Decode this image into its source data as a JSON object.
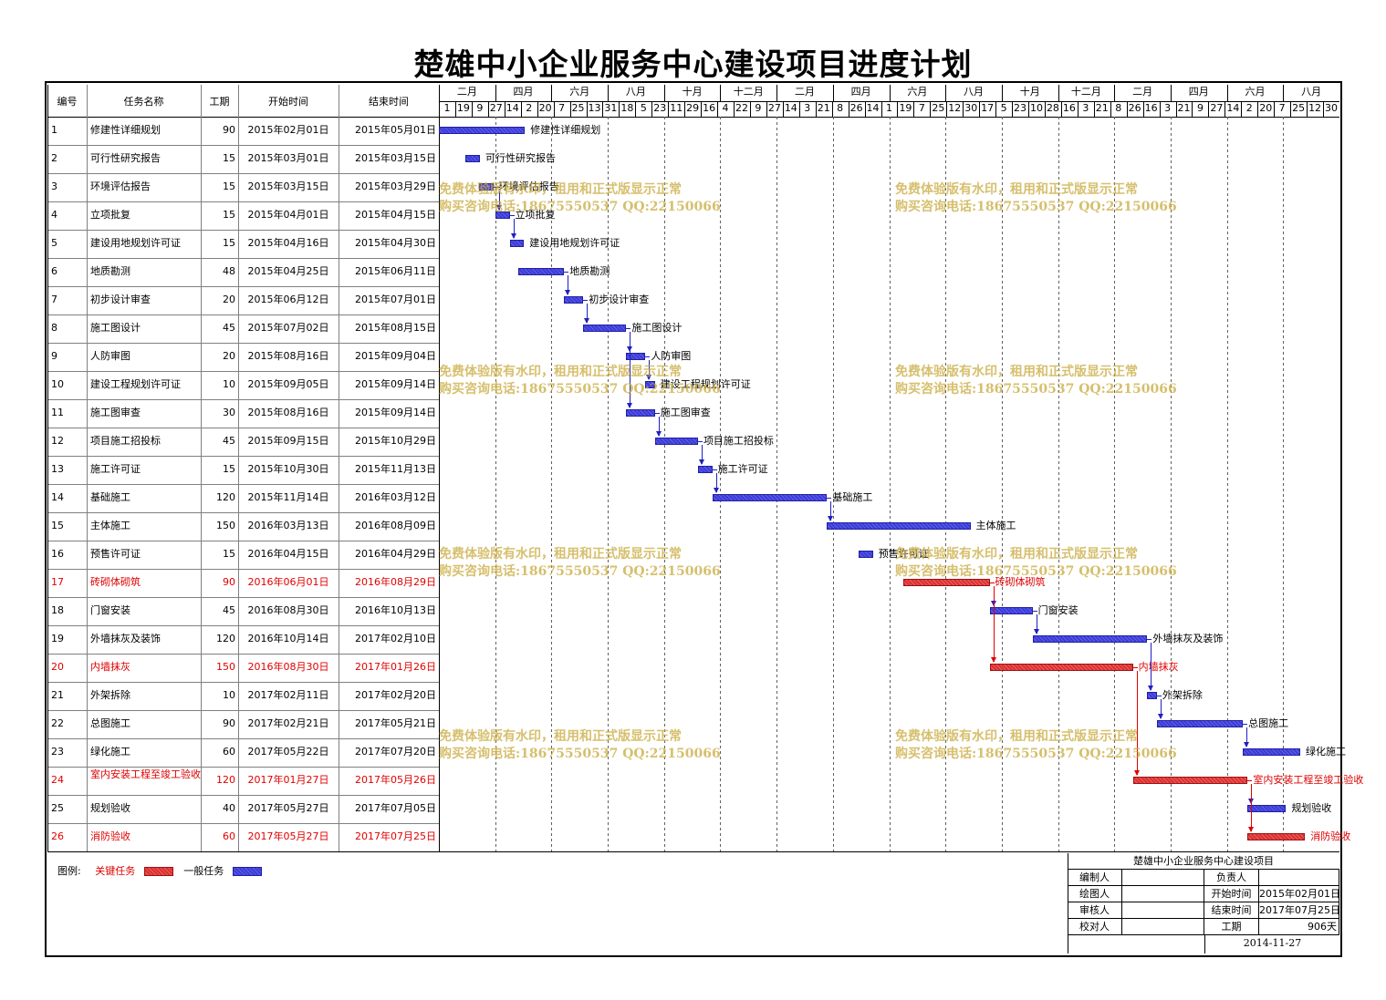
{
  "title": "楚雄中小企业服务中心建设项目进度计划",
  "headers": {
    "id": "编号",
    "name": "任务名称",
    "duration": "工期",
    "start": "开始时间",
    "end": "结束时间"
  },
  "months": [
    "二月",
    "四月",
    "六月",
    "八月",
    "十月",
    "十二月",
    "二月",
    "四月",
    "六月",
    "八月",
    "十月",
    "十二月",
    "二月",
    "四月",
    "六月",
    "八月"
  ],
  "days": [
    "1",
    "19",
    "9",
    "27",
    "14",
    "2",
    "20",
    "7",
    "25",
    "13",
    "31",
    "18",
    "5",
    "23",
    "11",
    "29",
    "16",
    "4",
    "22",
    "9",
    "27",
    "14",
    "3",
    "21",
    "8",
    "26",
    "14",
    "1",
    "19",
    "7",
    "25",
    "12",
    "30",
    "17",
    "5",
    "23",
    "10",
    "28",
    "16",
    "3",
    "21",
    "8",
    "26",
    "16",
    "3",
    "21",
    "9",
    "27",
    "14",
    "2",
    "20",
    "7",
    "25",
    "12",
    "30"
  ],
  "tasks": [
    {
      "id": "1",
      "name": "修建性详细规划",
      "duration": "90",
      "start": "2015年02月01日",
      "end": "2015年05月01日",
      "critical": false
    },
    {
      "id": "2",
      "name": "可行性研究报告",
      "duration": "15",
      "start": "2015年03月01日",
      "end": "2015年03月15日",
      "critical": false
    },
    {
      "id": "3",
      "name": "环境评估报告",
      "duration": "15",
      "start": "2015年03月15日",
      "end": "2015年03月29日",
      "critical": false
    },
    {
      "id": "4",
      "name": "立项批复",
      "duration": "15",
      "start": "2015年04月01日",
      "end": "2015年04月15日",
      "critical": false
    },
    {
      "id": "5",
      "name": "建设用地规划许可证",
      "duration": "15",
      "start": "2015年04月16日",
      "end": "2015年04月30日",
      "critical": false
    },
    {
      "id": "6",
      "name": "地质勘测",
      "duration": "48",
      "start": "2015年04月25日",
      "end": "2015年06月11日",
      "critical": false
    },
    {
      "id": "7",
      "name": "初步设计审查",
      "duration": "20",
      "start": "2015年06月12日",
      "end": "2015年07月01日",
      "critical": false
    },
    {
      "id": "8",
      "name": "施工图设计",
      "duration": "45",
      "start": "2015年07月02日",
      "end": "2015年08月15日",
      "critical": false
    },
    {
      "id": "9",
      "name": "人防审图",
      "duration": "20",
      "start": "2015年08月16日",
      "end": "2015年09月04日",
      "critical": false
    },
    {
      "id": "10",
      "name": "建设工程规划许可证",
      "duration": "10",
      "start": "2015年09月05日",
      "end": "2015年09月14日",
      "critical": false
    },
    {
      "id": "11",
      "name": "施工图审查",
      "duration": "30",
      "start": "2015年08月16日",
      "end": "2015年09月14日",
      "critical": false
    },
    {
      "id": "12",
      "name": "项目施工招投标",
      "duration": "45",
      "start": "2015年09月15日",
      "end": "2015年10月29日",
      "critical": false
    },
    {
      "id": "13",
      "name": "施工许可证",
      "duration": "15",
      "start": "2015年10月30日",
      "end": "2015年11月13日",
      "critical": false
    },
    {
      "id": "14",
      "name": "基础施工",
      "duration": "120",
      "start": "2015年11月14日",
      "end": "2016年03月12日",
      "critical": false
    },
    {
      "id": "15",
      "name": "主体施工",
      "duration": "150",
      "start": "2016年03月13日",
      "end": "2016年08月09日",
      "critical": false
    },
    {
      "id": "16",
      "name": "预售许可证",
      "duration": "15",
      "start": "2016年04月15日",
      "end": "2016年04月29日",
      "critical": false
    },
    {
      "id": "17",
      "name": "砖砌体砌筑",
      "duration": "90",
      "start": "2016年06月01日",
      "end": "2016年08月29日",
      "critical": true
    },
    {
      "id": "18",
      "name": "门窗安装",
      "duration": "45",
      "start": "2016年08月30日",
      "end": "2016年10月13日",
      "critical": false
    },
    {
      "id": "19",
      "name": "外墙抹灰及装饰",
      "duration": "120",
      "start": "2016年10月14日",
      "end": "2017年02月10日",
      "critical": false
    },
    {
      "id": "20",
      "name": "内墙抹灰",
      "duration": "150",
      "start": "2016年08月30日",
      "end": "2017年01月26日",
      "critical": true
    },
    {
      "id": "21",
      "name": "外架拆除",
      "duration": "10",
      "start": "2017年02月11日",
      "end": "2017年02月20日",
      "critical": false
    },
    {
      "id": "22",
      "name": "总图施工",
      "duration": "90",
      "start": "2017年02月21日",
      "end": "2017年05月21日",
      "critical": false
    },
    {
      "id": "23",
      "name": "绿化施工",
      "duration": "60",
      "start": "2017年05月22日",
      "end": "2017年07月20日",
      "critical": false
    },
    {
      "id": "24",
      "name": "室内安装工程至竣工验收",
      "duration": "120",
      "start": "2017年01月27日",
      "end": "2017年05月26日",
      "critical": true
    },
    {
      "id": "25",
      "name": "规划验收",
      "duration": "40",
      "start": "2017年05月27日",
      "end": "2017年07月05日",
      "critical": false
    },
    {
      "id": "26",
      "name": "消防验收",
      "duration": "60",
      "start": "2017年05月27日",
      "end": "2017年07月25日",
      "critical": true
    }
  ],
  "watermark": {
    "line1": "免费体验版有水印，租用和正式版显示正常",
    "line2": "购买咨询电话:18675550537 QQ:22150066"
  },
  "legend": {
    "label": "图例:",
    "critical": "关键任务",
    "normal": "一般任务"
  },
  "info": {
    "project": "楚雄中小企业服务中心建设项目",
    "compiler": "编制人",
    "drawer": "绘图人",
    "reviewer": "审核人",
    "checker": "校对人",
    "owner": "负责人",
    "start_label": "开始时间",
    "start": "2015年02月01日",
    "end_label": "结束时间",
    "end": "2017年07月25日",
    "dur_label": "工期",
    "dur": "906天",
    "date": "2014-11-27"
  },
  "colors": {
    "normal": "#3b3bd6",
    "critical": "#d83030",
    "critical_text": "#e00000",
    "watermark": "#c8aa3c"
  }
}
